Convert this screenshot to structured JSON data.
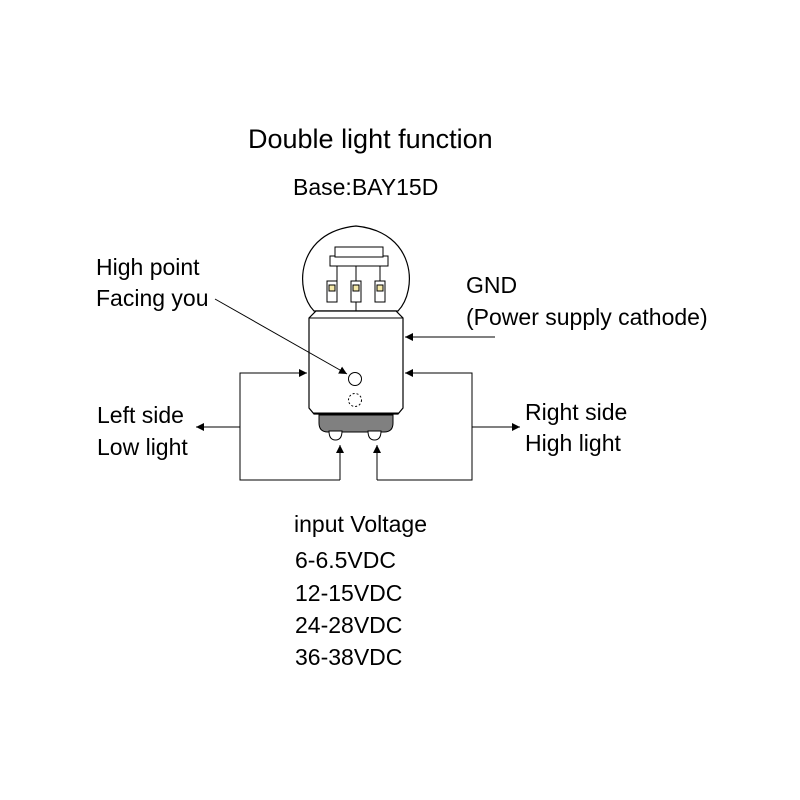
{
  "title": "Double light function",
  "base_label": "Base:BAY15D",
  "high_point": {
    "line1": "High point",
    "line2": "Facing you"
  },
  "gnd": {
    "line1": "GND",
    "line2": "(Power supply cathode)"
  },
  "left_side": {
    "line1": "Left side",
    "line2": "Low light"
  },
  "right_side": {
    "line1": "Right side",
    "line2": "High light"
  },
  "voltage": {
    "title": "input Voltage",
    "values": [
      "6-6.5VDC",
      "12-15VDC",
      "24-28VDC",
      "36-38VDC"
    ]
  },
  "colors": {
    "line": "#000000",
    "base_contact": "#808080",
    "led_chip": "#f5e9a8"
  }
}
